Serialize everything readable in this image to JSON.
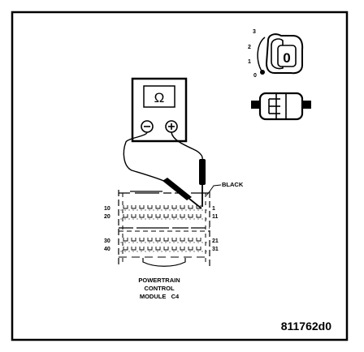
{
  "figure_id": "811762d0",
  "meter": {
    "symbol": "Ω",
    "minus": "⊖",
    "plus": "⊕"
  },
  "ignition": {
    "positions": [
      "3",
      "2",
      "1",
      "0"
    ],
    "key_label": "0"
  },
  "wire_label": "BLACK",
  "pin_numbers": {
    "left": [
      "10",
      "20",
      "30",
      "40"
    ],
    "right": [
      "1",
      "11",
      "21",
      "31"
    ]
  },
  "connector_caption": [
    "POWERTRAIN",
    "CONTROL",
    "MODULE   C4"
  ]
}
